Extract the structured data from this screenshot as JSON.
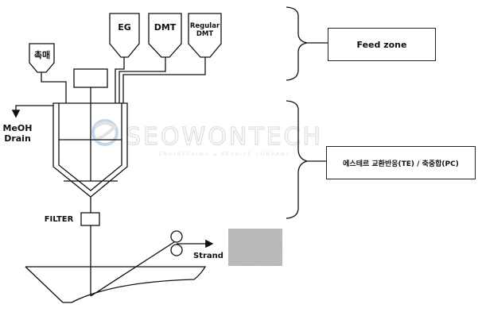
{
  "hoppers": {
    "catalyst": "촉매",
    "eg": "EG",
    "dmt": "DMT",
    "regular_dmt_line1": "Regular",
    "regular_dmt_line2": "DMT"
  },
  "drain": {
    "line1": "MeOH",
    "line2": "Drain"
  },
  "filter_label": "FILTER",
  "strand_label": "Strand",
  "zones": {
    "feed": "Feed zone",
    "reaction": "에스테르 교환반응(TE) / 축중합(PC)"
  },
  "watermark": {
    "brand": "SEOWONTECH",
    "tagline": "ENGINEERING & SERVICE COMPANY"
  },
  "colors": {
    "line": "#111111",
    "watermark": "#c9ccd1",
    "watermark_accent": "#8fb8d9",
    "strand_sample": "#b9b9b9"
  }
}
